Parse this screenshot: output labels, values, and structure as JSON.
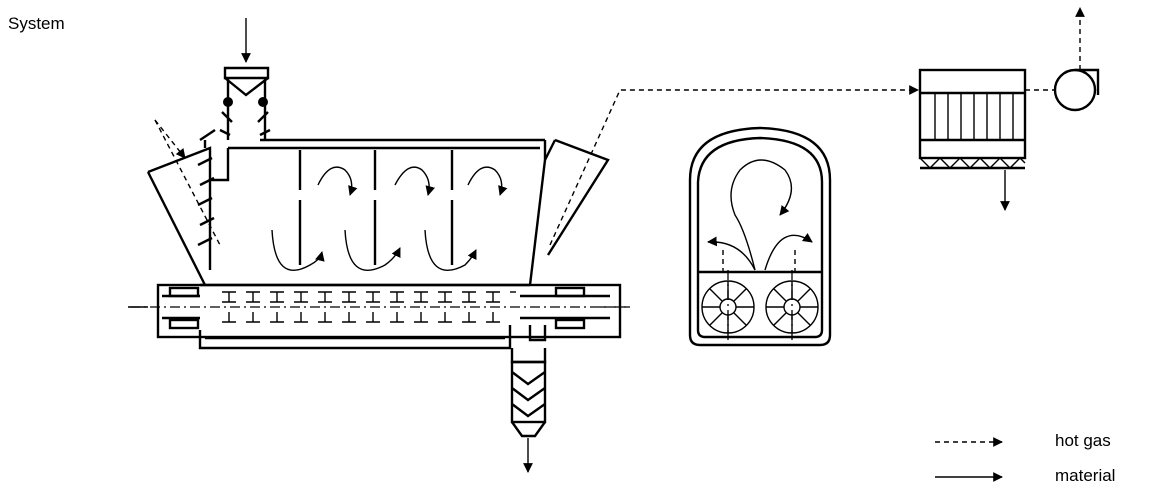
{
  "diagram": {
    "title": "System",
    "legend": [
      {
        "label": "hot gas",
        "line": "dashed"
      },
      {
        "label": "material",
        "line": "solid"
      }
    ]
  }
}
